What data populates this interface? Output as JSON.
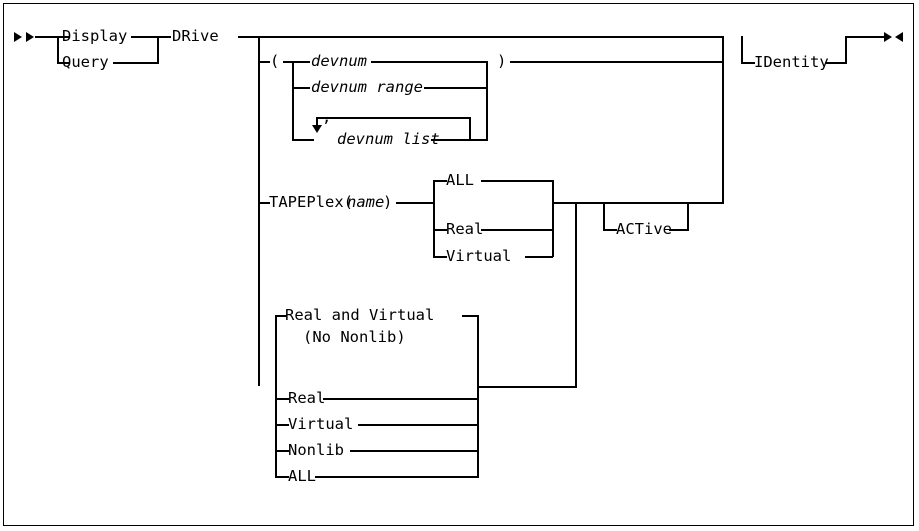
{
  "diagram": {
    "type": "railroad-syntax-diagram",
    "title": "Display DRive syntax diagram",
    "colors": {
      "line": "#000000",
      "background": "#ffffff",
      "border": "#000000"
    },
    "start_marker": "►►",
    "end_marker": "►◄",
    "nodes": {
      "display": "Display",
      "query": "Query",
      "drive": "DRive",
      "open_paren": "(",
      "close_paren": ")",
      "devnum": "devnum",
      "devnum_range": "devnum range",
      "devnum_list": "devnum list",
      "comma": ",",
      "tapeplex": "TAPEPlex(",
      "tapeplex_name": "name",
      "tapeplex_close": ")",
      "all_upper": "ALL",
      "real": "Real",
      "virtual": "Virtual",
      "nonlib": "Nonlib",
      "active": "ACTive",
      "identity": "IDentity",
      "real_and_virtual": "Real and Virtual",
      "no_nonlib": "(No Nonlib)"
    },
    "groups": {
      "verb_choice": [
        "Display",
        "Query"
      ],
      "devnum_choice": [
        "devnum",
        "devnum range",
        "devnum list"
      ],
      "tapeplex_scope": [
        "ALL",
        "Real",
        "Virtual"
      ],
      "drive_scope_default": [
        "Real and Virtual",
        "(No Nonlib)"
      ],
      "drive_scope": [
        "Real",
        "Virtual",
        "Nonlib",
        "ALL"
      ],
      "optional_active": "ACTive",
      "optional_identity": "IDentity"
    }
  }
}
